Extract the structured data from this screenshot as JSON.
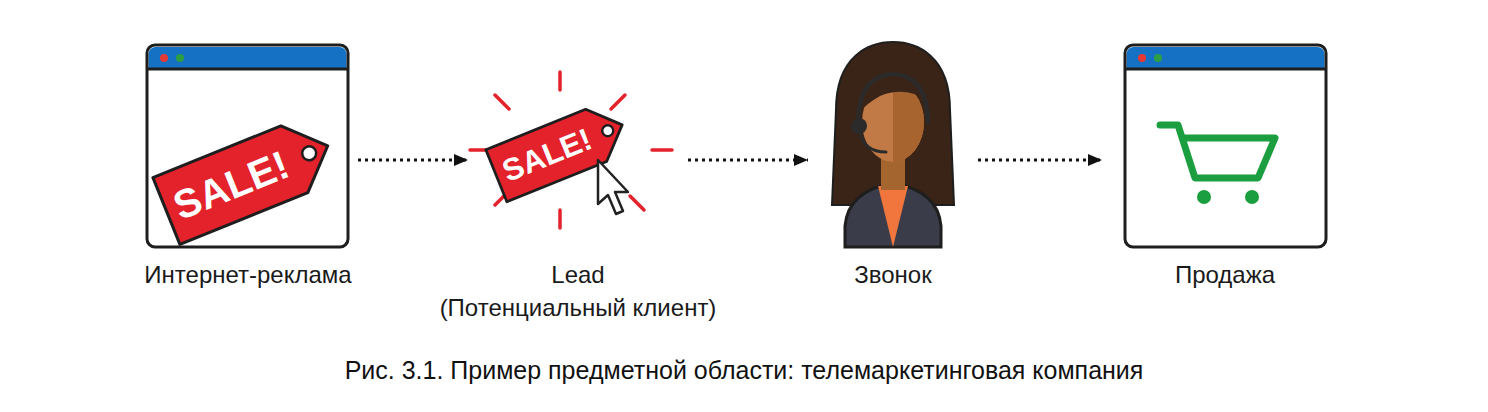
{
  "diagram": {
    "caption": "Рис. 3.1. Пример предметной области: телемаркетинговая компания",
    "nodes": [
      {
        "text": [
          "Интернет-реклама"
        ]
      },
      {
        "text": [
          "Lead (Потенциальный клиент)"
        ]
      },
      {
        "text": [
          "Звонок"
        ]
      },
      {
        "text": [
          "Продажа"
        ]
      }
    ],
    "edges": [
      {
        "from": 0,
        "to": 1,
        "arrow": "to"
      },
      {
        "from": 1,
        "to": 2,
        "arrow": "to"
      },
      {
        "from": 2,
        "to": 3,
        "arrow": "to"
      }
    ],
    "labels": [
      "SALE!",
      "SALE!"
    ]
  }
}
